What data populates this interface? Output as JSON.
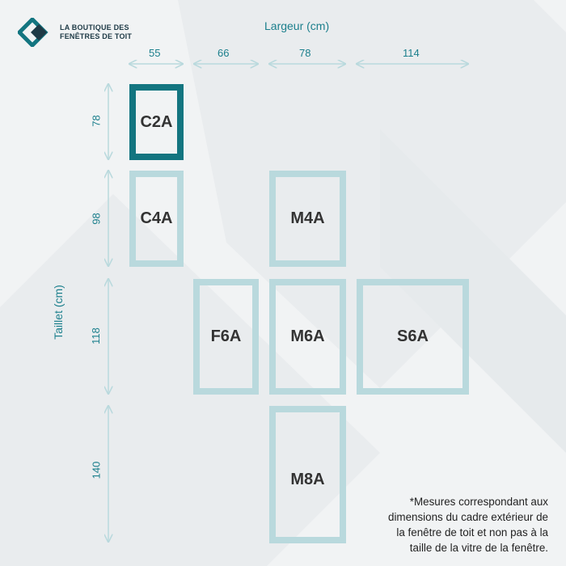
{
  "brand": {
    "line1": "LA BOUTIQUE DES",
    "line2": "FENÊTRES DE TOIT",
    "color": "#1e3a46",
    "accent": "#137580"
  },
  "axes": {
    "width_title": "Largeur (cm)",
    "height_title": "Taillet (cm)"
  },
  "widths": [
    "55",
    "66",
    "78",
    "114"
  ],
  "heights": [
    "78",
    "98",
    "118",
    "140"
  ],
  "windows": [
    {
      "code": "C2A",
      "selected": true
    },
    {
      "code": "C4A",
      "selected": false
    },
    {
      "code": "M4A",
      "selected": false
    },
    {
      "code": "F6A",
      "selected": false
    },
    {
      "code": "M6A",
      "selected": false
    },
    {
      "code": "S6A",
      "selected": false
    },
    {
      "code": "M8A",
      "selected": false
    }
  ],
  "note": {
    "line1": "*Mesures correspondant aux",
    "line2": "dimensions du cadre extérieur de",
    "line3": "la fenêtre de toit et non pas à la",
    "line4": "taille de la vitre de la fenêtre."
  },
  "colors": {
    "frame": "#b9d9dd",
    "frame_selected": "#137580",
    "dimension_text": "#1b7f8c",
    "background": "#f1f3f4"
  }
}
